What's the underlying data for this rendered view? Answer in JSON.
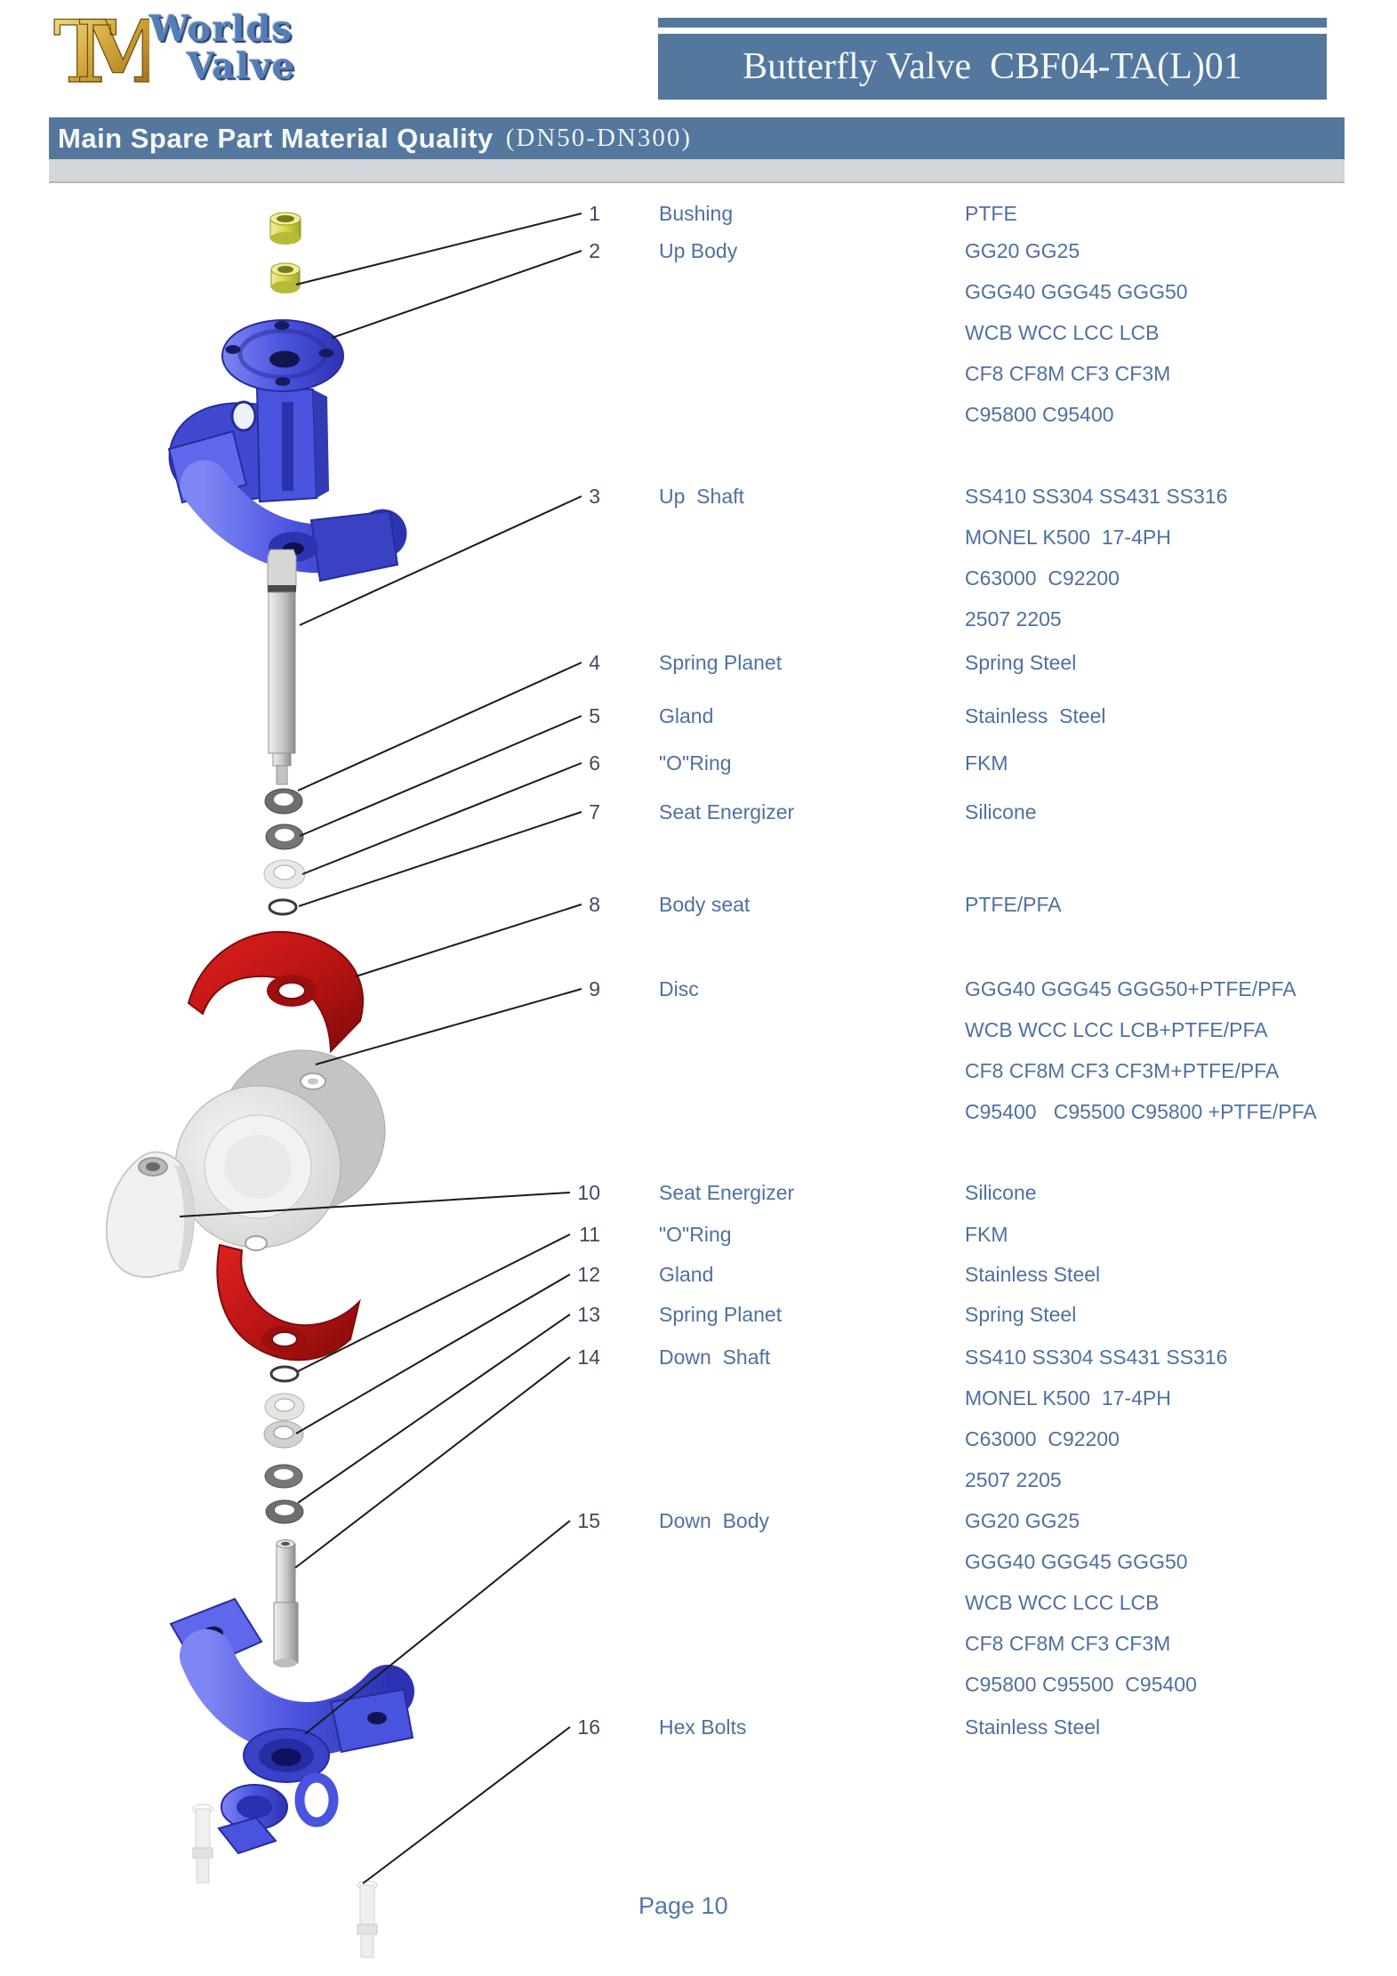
{
  "header": {
    "logo": {
      "monogram": "TM",
      "line1": "Worlds",
      "line2": "Valve"
    },
    "product_title": "Butterfly Valve  CBF04-TA(L)01"
  },
  "section": {
    "title": "Main Spare Part Material Quality",
    "size_range": "(DN50-DN300)"
  },
  "parts": [
    {
      "num": "1",
      "name": "Bushing",
      "materials": [
        "PTFE"
      ]
    },
    {
      "num": "2",
      "name": "Up Body",
      "materials": [
        "GG20 GG25",
        "GGG40 GGG45 GGG50",
        "WCB WCC LCC LCB",
        "CF8 CF8M CF3 CF3M",
        "C95800 C95400"
      ]
    },
    {
      "num": "3",
      "name": "Up  Shaft",
      "materials": [
        "SS410 SS304 SS431 SS316",
        "MONEL K500  17-4PH",
        "C63000  C92200",
        "2507 2205"
      ]
    },
    {
      "num": "4",
      "name": "Spring Planet",
      "materials": [
        "Spring Steel"
      ]
    },
    {
      "num": "5",
      "name": "Gland",
      "materials": [
        "Stainless  Steel"
      ]
    },
    {
      "num": "6",
      "name": "\"O\"Ring",
      "materials": [
        "FKM"
      ]
    },
    {
      "num": "7",
      "name": "Seat Energizer",
      "materials": [
        "Silicone"
      ]
    },
    {
      "num": "8",
      "name": "Body seat",
      "materials": [
        "PTFE/PFA"
      ]
    },
    {
      "num": "9",
      "name": "Disc",
      "materials": [
        "GGG40 GGG45 GGG50+PTFE/PFA",
        "WCB WCC LCC LCB+PTFE/PFA",
        "CF8 CF8M CF3 CF3M+PTFE/PFA",
        "C95400   C95500 C95800 +PTFE/PFA"
      ]
    },
    {
      "num": "10",
      "name": "Seat Energizer",
      "materials": [
        "Silicone"
      ]
    },
    {
      "num": "11",
      "name": "\"O\"Ring",
      "materials": [
        "FKM"
      ]
    },
    {
      "num": "12",
      "name": "Gland",
      "materials": [
        "Stainless Steel"
      ]
    },
    {
      "num": "13",
      "name": "Spring Planet",
      "materials": [
        "Spring Steel"
      ]
    },
    {
      "num": "14",
      "name": "Down  Shaft",
      "materials": [
        "SS410 SS304 SS431 SS316",
        "MONEL K500  17-4PH",
        "C63000  C92200",
        "2507 2205"
      ]
    },
    {
      "num": "15",
      "name": "Down  Body",
      "materials": [
        "GG20 GG25",
        "GGG40 GGG45 GGG50",
        "WCB WCC LCC LCB",
        "CF8 CF8M CF3 CF3M",
        "C95800 C95500  C95400"
      ]
    },
    {
      "num": "16",
      "name": "Hex Bolts",
      "materials": [
        "Stainless Steel"
      ]
    }
  ],
  "footer": {
    "page_label": "Page 10"
  },
  "colors": {
    "header_bar": "#54779E",
    "table_text": "#4F70A1",
    "body_blue": "#4A53DE",
    "seat_red": "#B31212",
    "bushing_yellow": "#D6D648",
    "logo_gold": "#C9972B"
  }
}
